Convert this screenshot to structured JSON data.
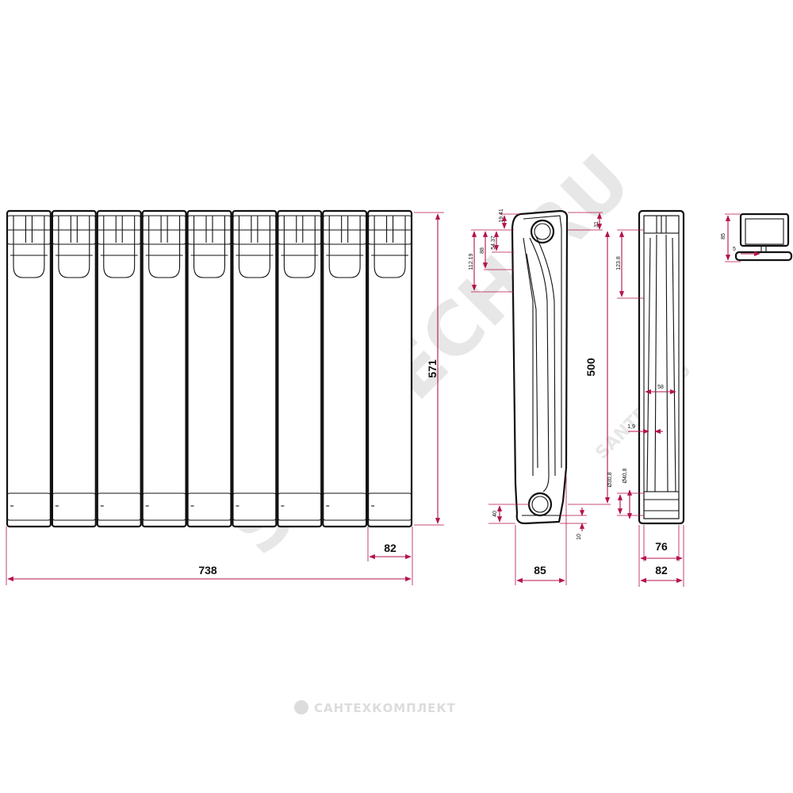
{
  "watermark": {
    "text": "SANTECH.RU",
    "brand_text": "САНТЕХКОМПЛЕКТ"
  },
  "colors": {
    "dimension": "#b5124f",
    "outline": "#111111",
    "watermark": "#e5e5e5"
  },
  "front_view": {
    "sections": 9,
    "height_label": "571",
    "width_label": "738",
    "section_label": "82"
  },
  "side_view": {
    "height_label": "500",
    "depth_label": "85",
    "top_label": "31",
    "labels": [
      "19.41",
      "54.37",
      "88",
      "112.19",
      "40",
      "10"
    ]
  },
  "end_view": {
    "labels": [
      "123.8",
      "58",
      "1,9",
      "Ø30,8",
      "Ø40,8"
    ],
    "inner_width_label": "76",
    "outer_width_label": "82"
  },
  "detail_view": {
    "labels": [
      "85",
      "5"
    ]
  }
}
